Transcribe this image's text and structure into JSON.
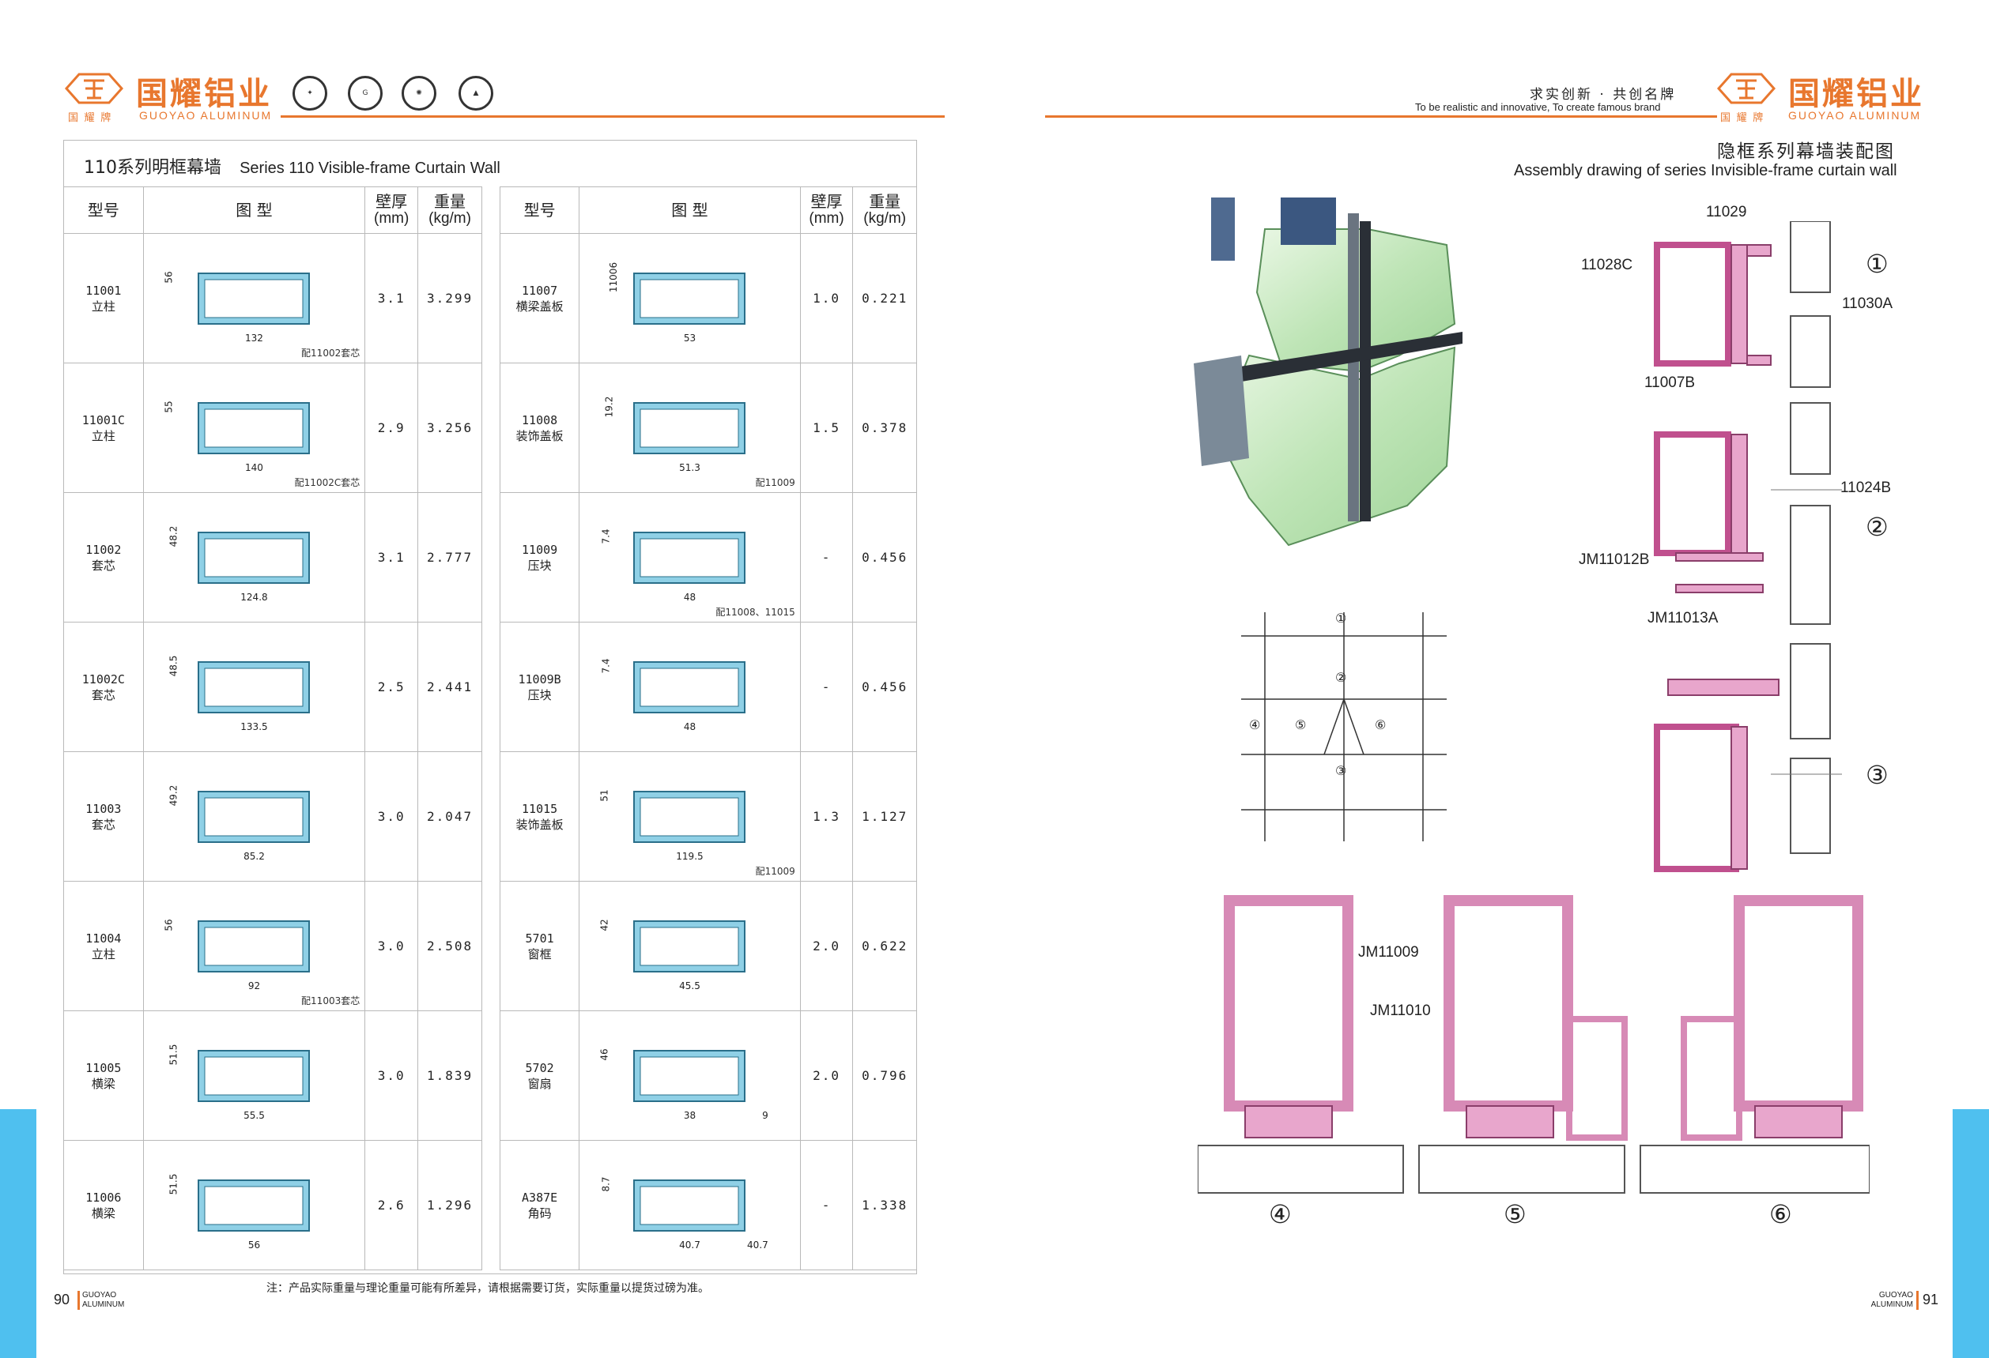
{
  "left_header": {
    "brand_cn": "国耀铝业",
    "brand_small_cn": "国 耀 牌",
    "brand_en": "GUOYAO ALUMINUM",
    "seals": [
      "seal-1-icon",
      "seal-2-icon",
      "seal-3-icon",
      "seal-4-icon"
    ]
  },
  "right_header": {
    "slogan_cn": "求实创新 · 共创名牌",
    "slogan_en": "To be realistic and innovative, To create famous brand",
    "brand_cn": "国耀铝业",
    "brand_small_cn": "国 耀 牌",
    "brand_en": "GUOYAO ALUMINUM"
  },
  "left_page": {
    "title_cn": "110系列明框幕墙",
    "title_en": "Series 110 Visible-frame  Curtain Wall",
    "headers": {
      "model": "型号",
      "figure": "图 型",
      "thickness_cn": "壁厚",
      "thickness_unit": "(mm)",
      "weight_cn": "重量",
      "weight_unit": "(kg/m)"
    },
    "left_rows": [
      {
        "code": "11001",
        "name": "立柱",
        "thick": "3.1",
        "weight": "3.299",
        "dims": [
          "56",
          "132"
        ],
        "note": "配11002套芯"
      },
      {
        "code": "11001C",
        "name": "立柱",
        "thick": "2.9",
        "weight": "3.256",
        "dims": [
          "55",
          "140"
        ],
        "note": "配11002C套芯"
      },
      {
        "code": "11002",
        "name": "套芯",
        "thick": "3.1",
        "weight": "2.777",
        "dims": [
          "48.2",
          "124.8"
        ],
        "note": ""
      },
      {
        "code": "11002C",
        "name": "套芯",
        "thick": "2.5",
        "weight": "2.441",
        "dims": [
          "48.5",
          "133.5"
        ],
        "note": ""
      },
      {
        "code": "11003",
        "name": "套芯",
        "thick": "3.0",
        "weight": "2.047",
        "dims": [
          "49.2",
          "85.2"
        ],
        "note": ""
      },
      {
        "code": "11004",
        "name": "立柱",
        "thick": "3.0",
        "weight": "2.508",
        "dims": [
          "56",
          "92"
        ],
        "note": "配11003套芯"
      },
      {
        "code": "11005",
        "name": "横梁",
        "thick": "3.0",
        "weight": "1.839",
        "dims": [
          "51.5",
          "55.5"
        ],
        "note": ""
      },
      {
        "code": "11006",
        "name": "横梁",
        "thick": "2.6",
        "weight": "1.296",
        "dims": [
          "51.5",
          "56"
        ],
        "note": ""
      }
    ],
    "right_rows": [
      {
        "code": "11007",
        "name": "横梁盖板",
        "thick": "1.0",
        "weight": "0.221",
        "dims": [
          "11006",
          "53"
        ],
        "note": ""
      },
      {
        "code": "11008",
        "name": "装饰盖板",
        "thick": "1.5",
        "weight": "0.378",
        "dims": [
          "19.2",
          "51.3"
        ],
        "note": "配11009"
      },
      {
        "code": "11009",
        "name": "压块",
        "thick": "-",
        "weight": "0.456",
        "dims": [
          "7.4",
          "48"
        ],
        "note": "配11008、11015"
      },
      {
        "code": "11009B",
        "name": "压块",
        "thick": "-",
        "weight": "0.456",
        "dims": [
          "7.4",
          "48"
        ],
        "note": ""
      },
      {
        "code": "11015",
        "name": "装饰盖板",
        "thick": "1.3",
        "weight": "1.127",
        "dims": [
          "51",
          "119.5"
        ],
        "note": "配11009"
      },
      {
        "code": "5701",
        "name": "窗框",
        "thick": "2.0",
        "weight": "0.622",
        "dims": [
          "42",
          "45.5"
        ],
        "note": ""
      },
      {
        "code": "5702",
        "name": "窗扇",
        "thick": "2.0",
        "weight": "0.796",
        "dims": [
          "46",
          "38",
          "9"
        ],
        "note": ""
      },
      {
        "code": "A387E",
        "name": "角码",
        "thick": "-",
        "weight": "1.338",
        "dims": [
          "8.7",
          "40.7",
          "40.7"
        ],
        "note": ""
      }
    ],
    "footnote": "注：产品实际重量与理论重量可能有所差异，请根据需要订货，实际重量以提货过磅为准。",
    "page_number": "90",
    "footer_brand": [
      "GUOYAO",
      "ALUMINUM"
    ]
  },
  "right_page": {
    "title_cn": "隐框系列幕墙装配图",
    "title_en": "Assembly drawing of series Invisible-frame curtain wall",
    "labels": [
      "11029",
      "11028C",
      "11030A",
      "11007B",
      "11024B",
      "JM11012B",
      "JM11013A",
      "JM11009",
      "JM11010"
    ],
    "section_marks": [
      "①",
      "②",
      "③",
      "④",
      "⑤",
      "⑥"
    ],
    "page_number": "91",
    "footer_brand": [
      "GUOYAO",
      "ALUMINUM"
    ]
  },
  "colors": {
    "brand_orange": "#e8772e",
    "profile_pink": "#e8a6cc",
    "profile_blue": "#8fd0e6",
    "tab_blue": "#4fc0ef"
  }
}
